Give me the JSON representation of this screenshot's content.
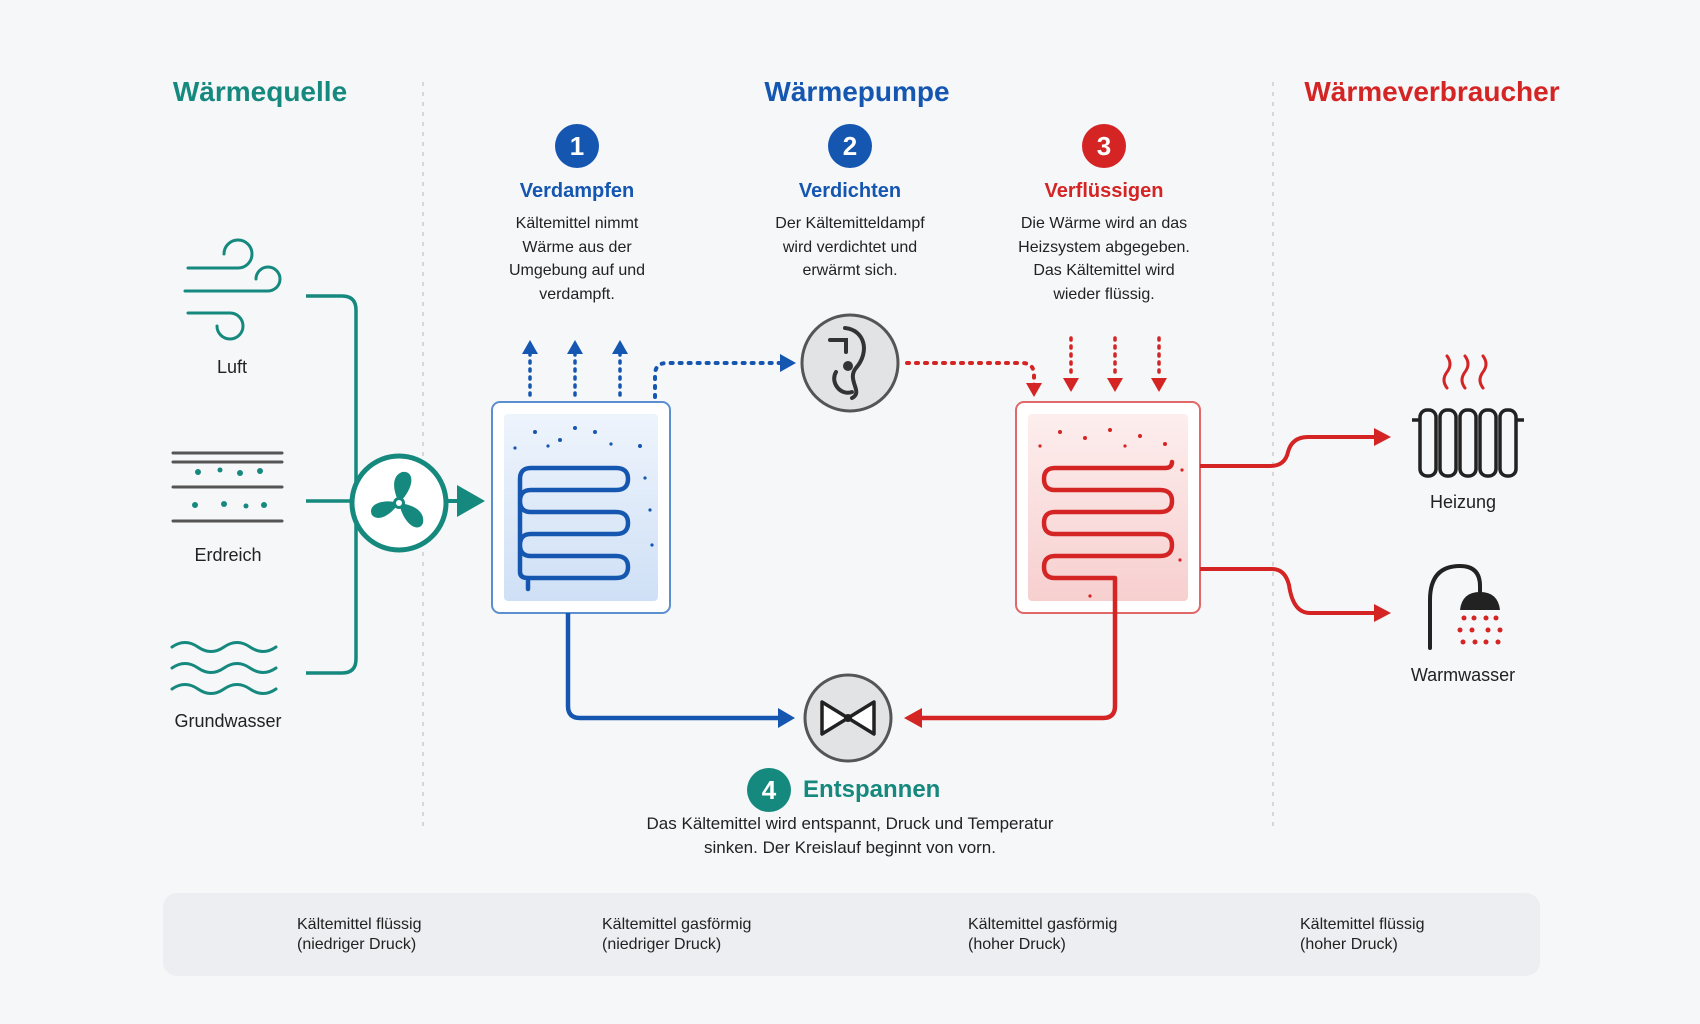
{
  "columns": {
    "source": "Wärmequelle",
    "pump": "Wärmepumpe",
    "consumer": "Wärmeverbraucher"
  },
  "steps": [
    {
      "number": "1",
      "title": "Verdampfen",
      "lines": [
        "Kältemittel nimmt",
        "Wärme aus der",
        "Umgebung auf und",
        "verdampft."
      ]
    },
    {
      "number": "2",
      "title": "Verdichten",
      "lines": [
        "Der Kältemitteldampf",
        "wird verdichtet und",
        "erwärmt sich."
      ]
    },
    {
      "number": "3",
      "title": "Verflüssigen",
      "lines": [
        "Die Wärme wird an das",
        "Heizsystem abgegeben.",
        "Das Kältemittel wird",
        "wieder flüssig."
      ]
    },
    {
      "number": "4",
      "title": "Entspannen",
      "lines": [
        "Das Kältemittel wird entspannt, Druck und Temperatur",
        "sinken. Der Kreislauf beginnt von vorn."
      ]
    }
  ],
  "sources": [
    "Luft",
    "Erdreich",
    "Grundwasser"
  ],
  "consumers": [
    "Heizung",
    "Warmwasser"
  ],
  "legend": [
    {
      "line1": "Kältemittel flüssig",
      "line2": "(niedriger Druck)",
      "style": "solid",
      "color": "#1456b0"
    },
    {
      "line1": "Kältemittel gasförmig",
      "line2": "(niedriger Druck)",
      "style": "dotted",
      "color": "#1456b0"
    },
    {
      "line1": "Kältemittel gasförmig",
      "line2": "(hoher Druck)",
      "style": "dotted",
      "color": "#d42424"
    },
    {
      "line1": "Kältemittel flüssig",
      "line2": "(hoher Druck)",
      "style": "solid",
      "color": "#d42424"
    }
  ],
  "colors": {
    "teal": "#16897f",
    "blue": "#1456b0",
    "red": "#d42424",
    "gray": "#444444"
  },
  "icons": [
    "wind-icon",
    "soil-icon",
    "water-waves-icon",
    "fan-icon",
    "compressor-icon",
    "expansion-valve-icon",
    "radiator-icon",
    "shower-icon",
    "heat-waves-icon"
  ]
}
